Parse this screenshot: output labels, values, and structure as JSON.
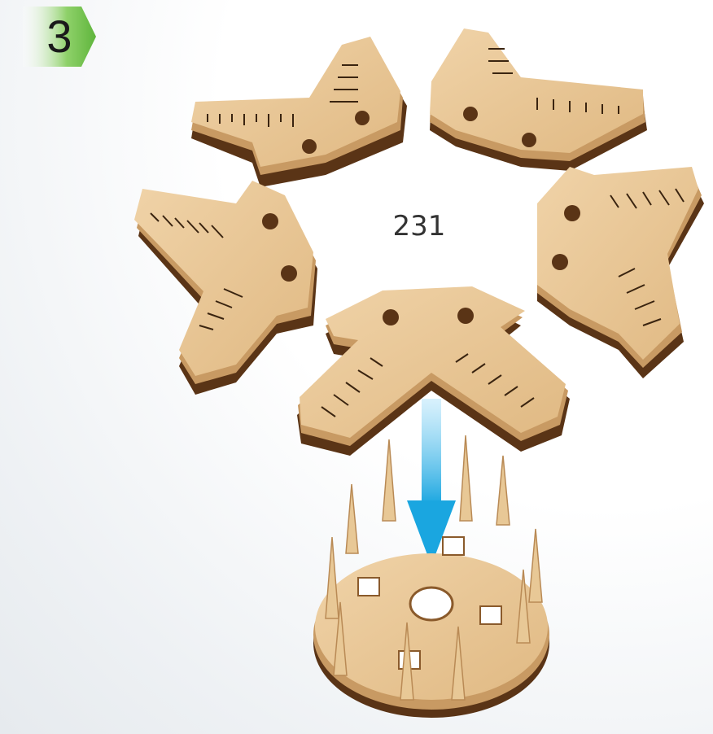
{
  "step": {
    "number": "3",
    "badge_color": "#6cc04a"
  },
  "part_label": "231",
  "colors": {
    "wood_top": "#e9c79a",
    "wood_edge": "#c89a63",
    "wood_dark": "#5a3416",
    "arrow": "#2bb3e6"
  },
  "icons": [
    "step-badge",
    "down-arrow-icon"
  ]
}
